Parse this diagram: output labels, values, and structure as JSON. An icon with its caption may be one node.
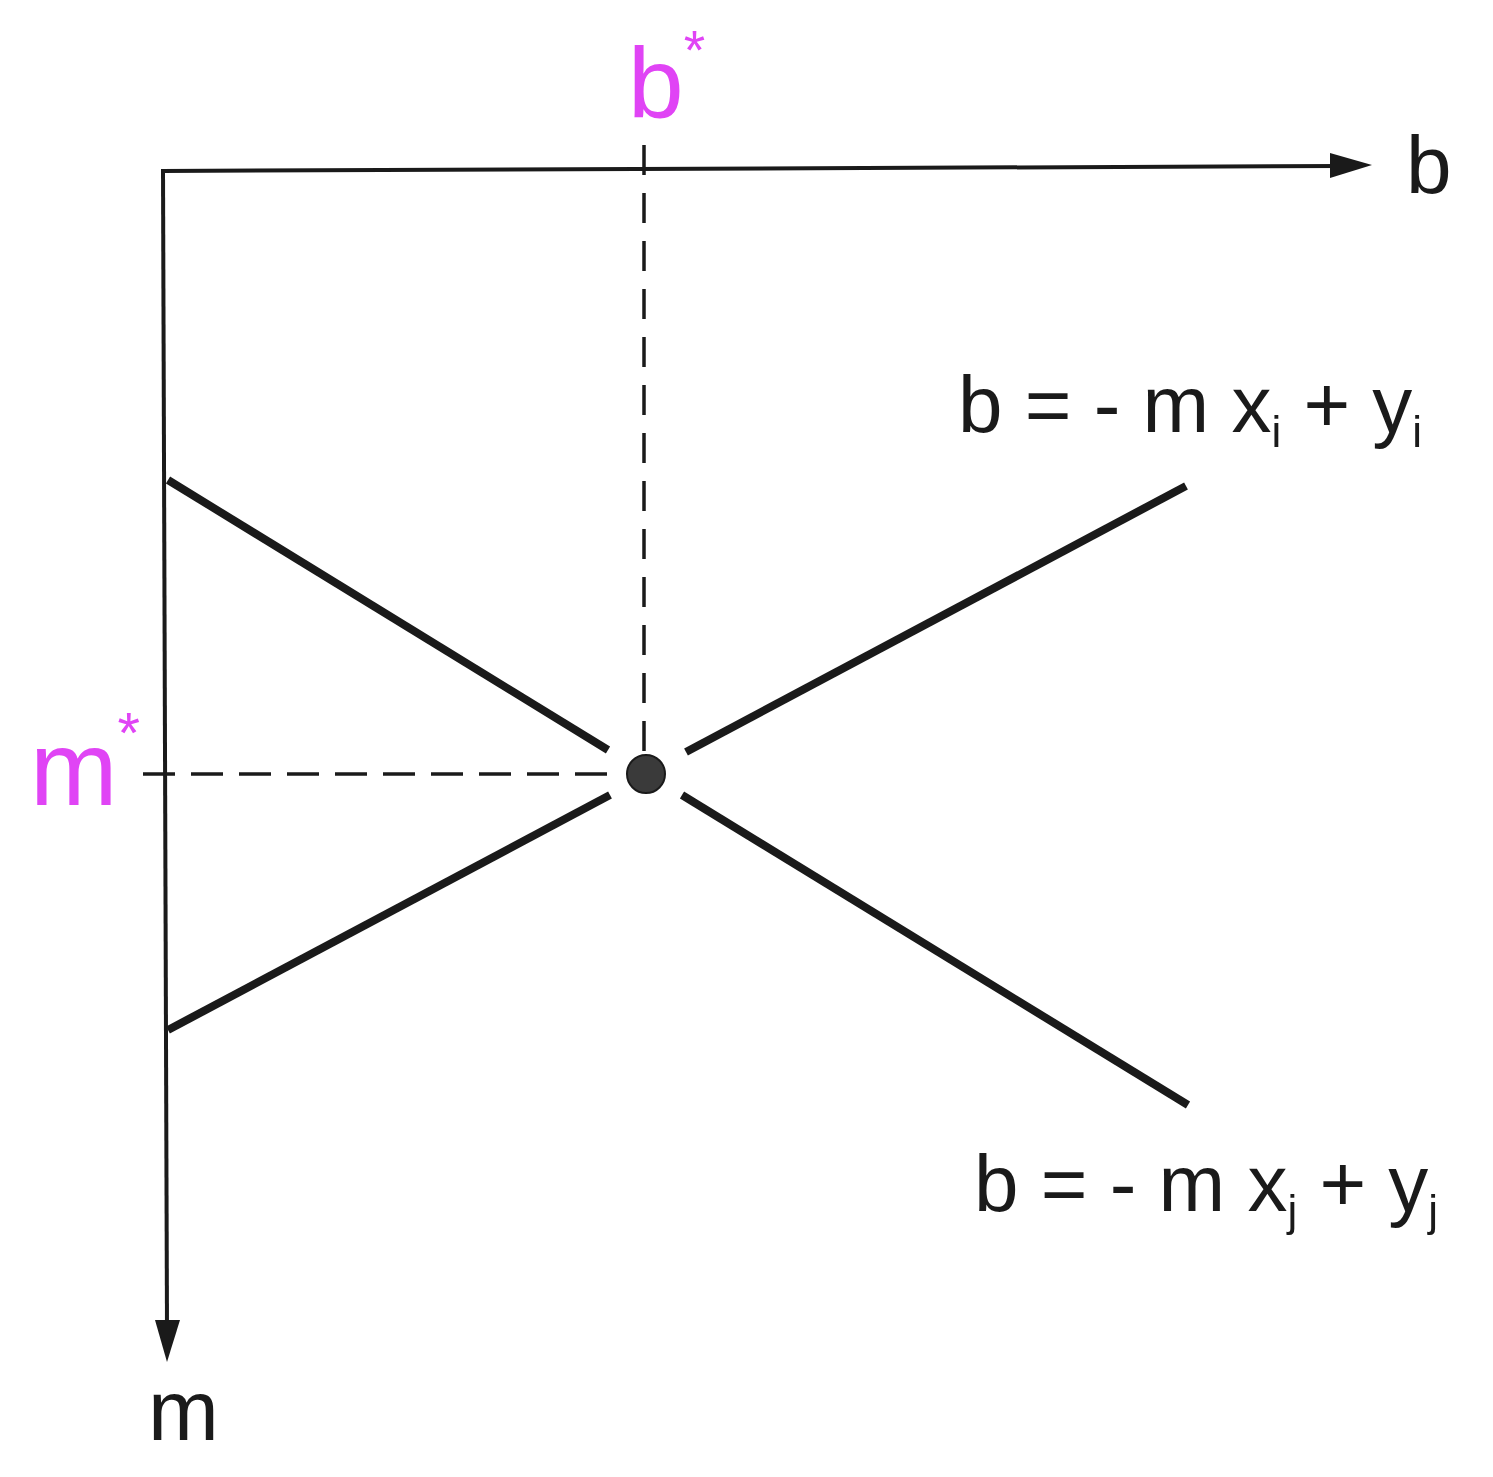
{
  "diagram": {
    "labels": [
      "b$^{*}$",
      "b",
      "b = - m x$_{i}$ + y$_{i}$",
      "m$^{*}$",
      "b = - m x$_{j}$ + y$_{j}$",
      "m"
    ]
  }
}
